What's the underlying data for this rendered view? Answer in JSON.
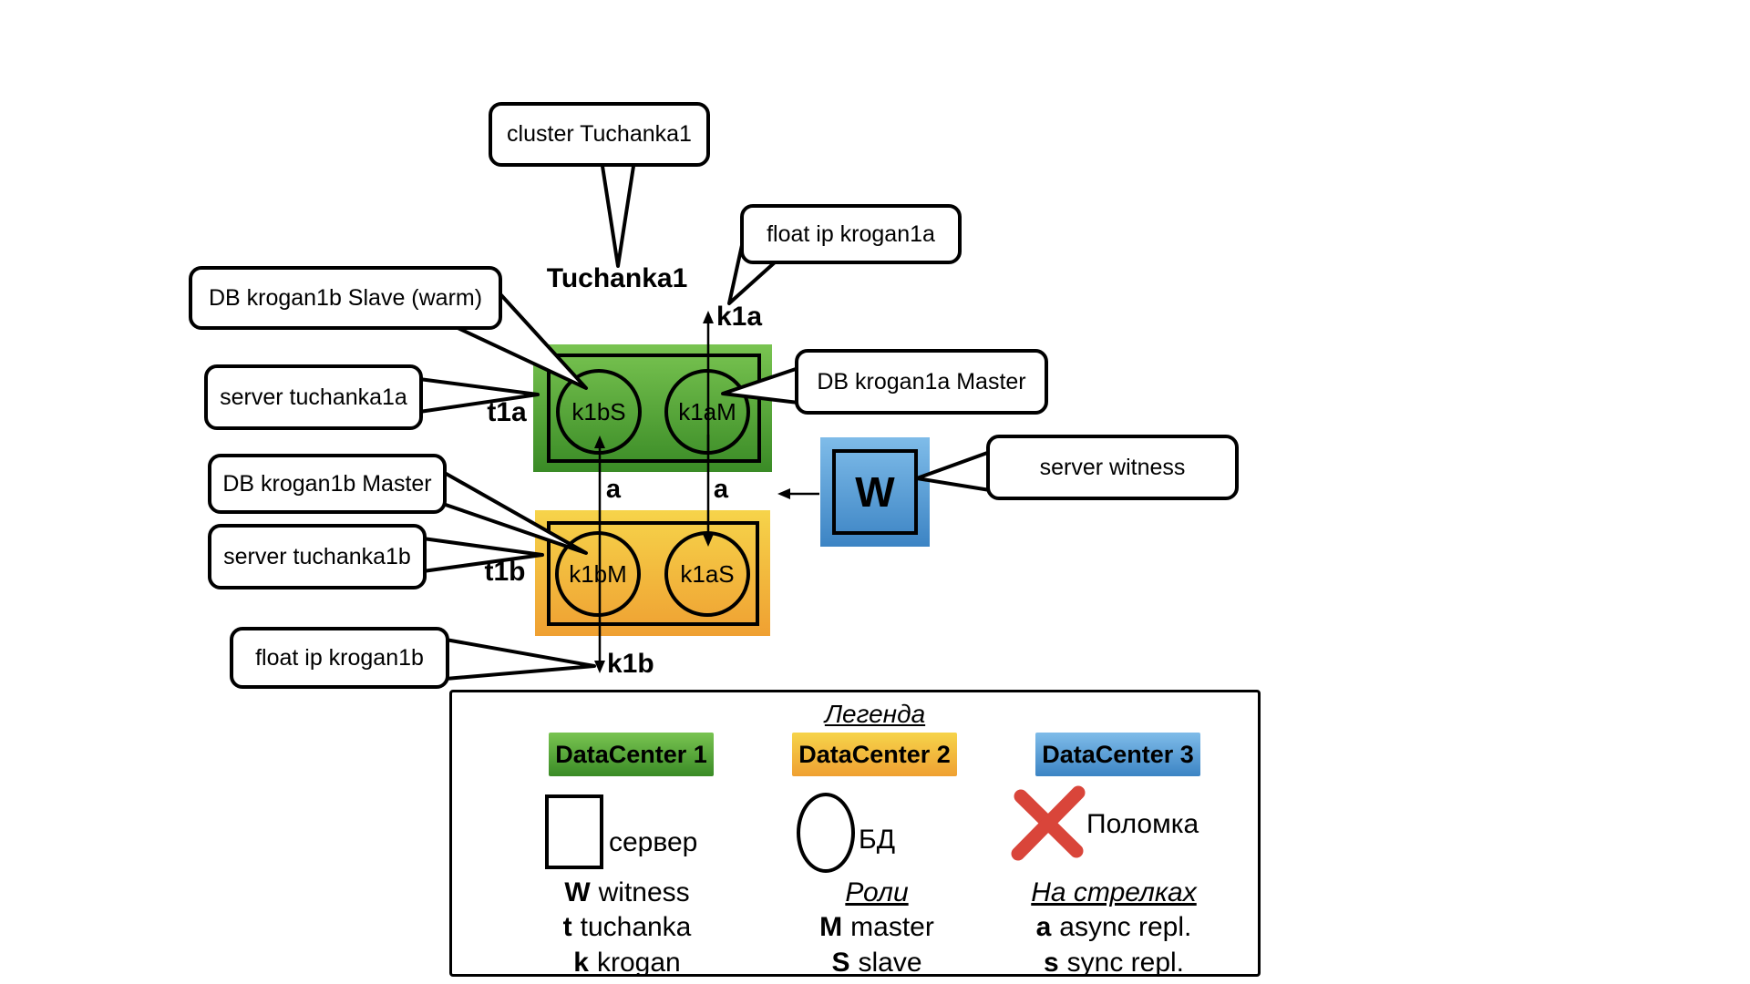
{
  "diagram": {
    "title": "Tuchanka1",
    "callouts": {
      "cluster": "cluster Tuchanka1",
      "float_ip_a": "float ip krogan1a",
      "db_k1b_slave": "DB krogan1b Slave (warm)",
      "server_t1a": "server tuchanka1a",
      "db_k1a_master": "DB krogan1a Master",
      "server_witness": "server witness",
      "db_k1b_master": "DB krogan1b Master",
      "server_t1b": "server tuchanka1b",
      "float_ip_b": "float ip krogan1b"
    },
    "servers": {
      "t1a": {
        "label": "t1a",
        "dbs": [
          "k1bS",
          "k1aM"
        ]
      },
      "t1b": {
        "label": "t1b",
        "dbs": [
          "k1bM",
          "k1aS"
        ]
      },
      "witness": {
        "label": "W"
      }
    },
    "float_ips": {
      "k1a": "k1a",
      "k1b": "k1b"
    },
    "arrow_labels": {
      "left": "a",
      "right": "a"
    }
  },
  "legend": {
    "title": "Легенда",
    "datacenters": [
      {
        "label": "DataCenter 1",
        "color_top": "#79c451",
        "color_bottom": "#3a8b26"
      },
      {
        "label": "DataCenter 2",
        "color_top": "#f6d44a",
        "color_bottom": "#efa032"
      },
      {
        "label": "DataCenter 3",
        "color_top": "#7fbce9",
        "color_bottom": "#3c84c4"
      }
    ],
    "symbols": {
      "server": "сервер",
      "db": "БД",
      "failure": "Поломка"
    },
    "failure_color": "#d9453a",
    "col1": [
      {
        "key": "W",
        "value": "witness"
      },
      {
        "key": "t",
        "value": "tuchanka"
      },
      {
        "key": "k",
        "value": "krogan"
      }
    ],
    "roles_header": "Роли",
    "roles": [
      {
        "key": "M",
        "value": "master"
      },
      {
        "key": "S",
        "value": "slave"
      }
    ],
    "arrows_header": "На стрелках",
    "arrows": [
      {
        "key": "a",
        "value": "async repl."
      },
      {
        "key": "s",
        "value": "sync repl."
      }
    ]
  }
}
